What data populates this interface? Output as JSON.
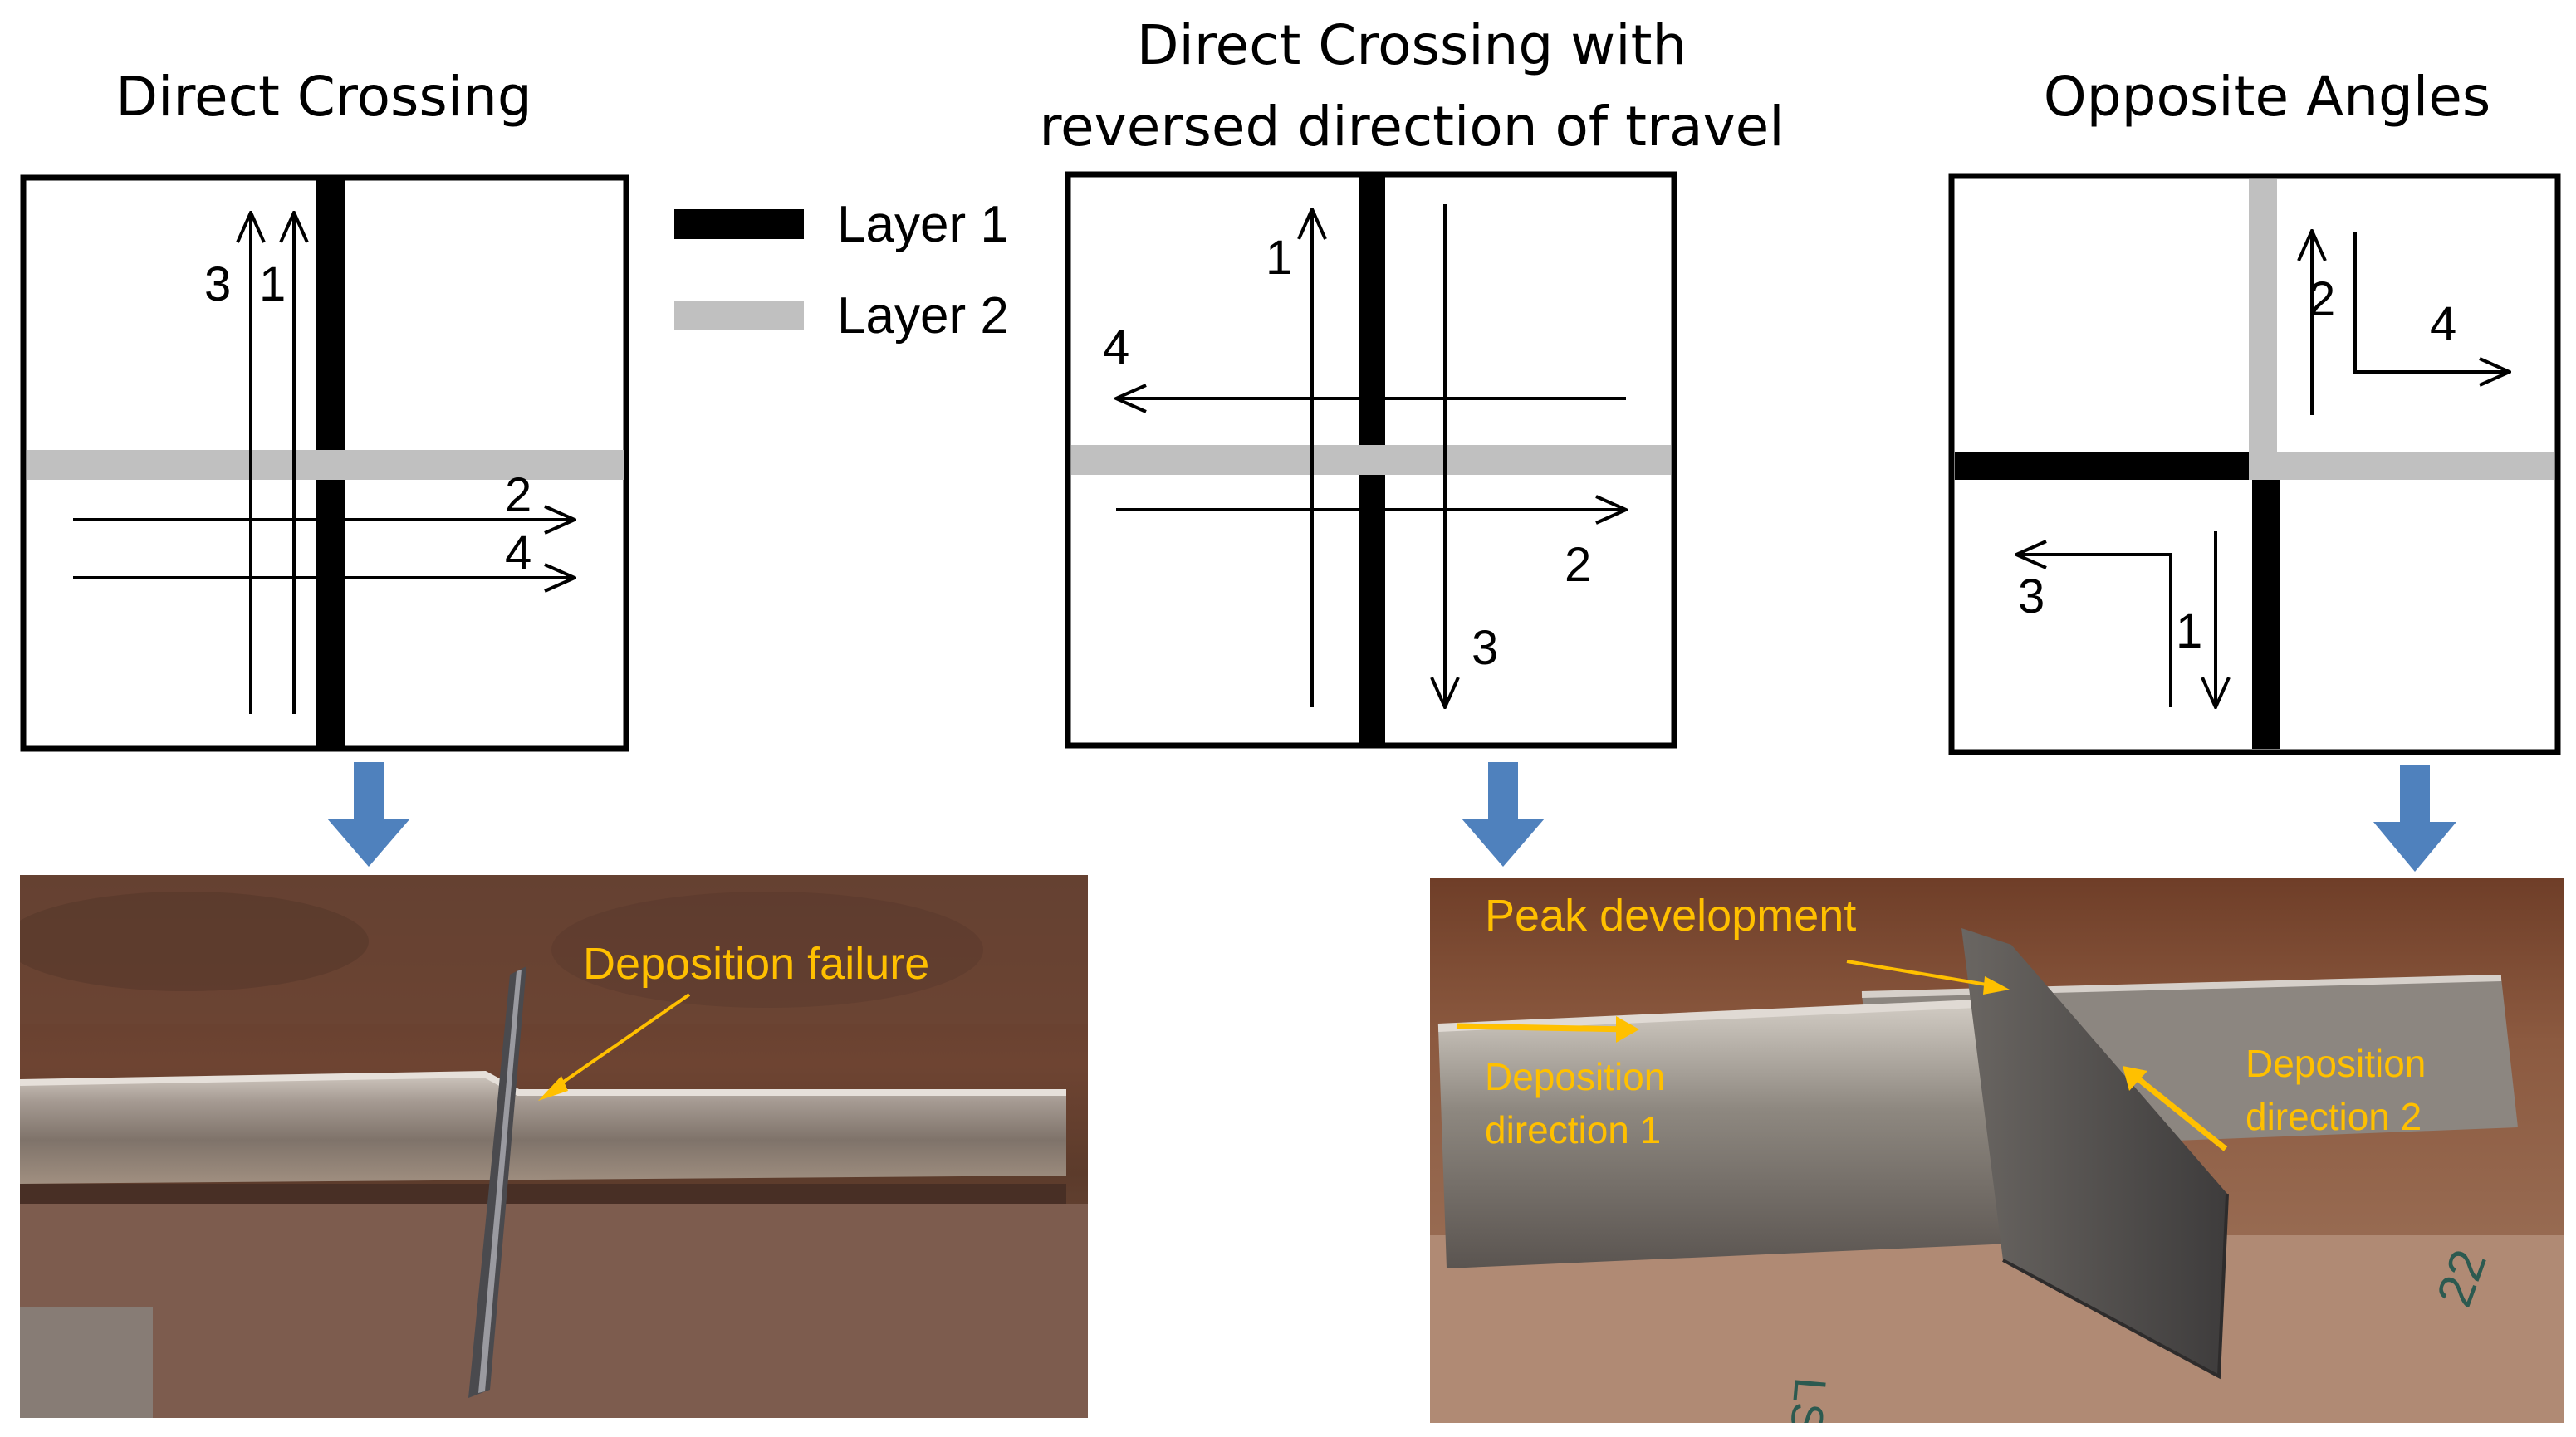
{
  "titles": {
    "left": "Direct Crossing",
    "middle_line1": "Direct Crossing with",
    "middle_line2": "reversed direction of travel",
    "right": "Opposite Angles"
  },
  "legend": {
    "layer1": "Layer 1",
    "layer2": "Layer 2",
    "layer1_color": "#000000",
    "layer2_color": "#c0c0c0"
  },
  "diagram_left": {
    "n3": "3",
    "n1": "1",
    "n2": "2",
    "n4": "4"
  },
  "diagram_middle": {
    "n1": "1",
    "n4": "4",
    "n2": "2",
    "n3": "3"
  },
  "diagram_right": {
    "n2": "2",
    "n4": "4",
    "n3": "3",
    "n1": "1"
  },
  "photos": {
    "left_label": "Deposition failure",
    "right_peak": "Peak development",
    "right_dir1_line1": "Deposition",
    "right_dir1_line2": "direction 1",
    "right_dir2_line1": "Deposition",
    "right_dir2_line2": "direction 2"
  },
  "colors": {
    "flow_arrow": "#4f81bd",
    "annotation": "#ffc000"
  }
}
